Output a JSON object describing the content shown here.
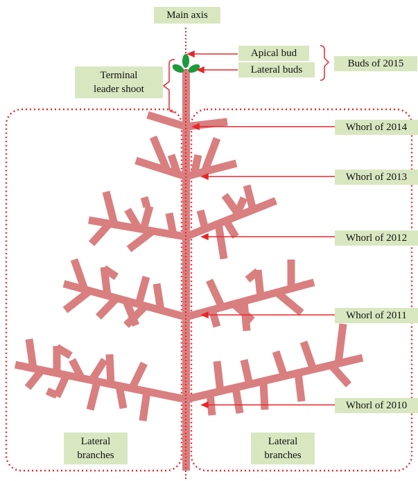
{
  "labels": {
    "main_axis": "Main axis",
    "apical_bud": "Apical bud",
    "lateral_buds": "Lateral buds",
    "buds_year": "Buds of 2015",
    "terminal_leader_line1": "Terminal",
    "terminal_leader_line2": "leader shoot",
    "whorl_2014": "Whorl of 2014",
    "whorl_2013": "Whorl of 2013",
    "whorl_2012": "Whorl of 2012",
    "whorl_2011": "Whorl of 2011",
    "whorl_2010": "Whorl of 2010",
    "lateral_branches_left_line1": "Lateral",
    "lateral_branches_left_line2": "branches",
    "lateral_branches_right_line1": "Lateral",
    "lateral_branches_right_line2": "branches"
  },
  "colors": {
    "branch": "#d97f80",
    "trunk": "#d97f80",
    "arrow": "#e8262a",
    "dotted": "#e8262a",
    "bud": "#1c9a3c",
    "label_bg": "#d8e7c0"
  },
  "whorl_years": [
    2014,
    2013,
    2012,
    2011,
    2010
  ]
}
